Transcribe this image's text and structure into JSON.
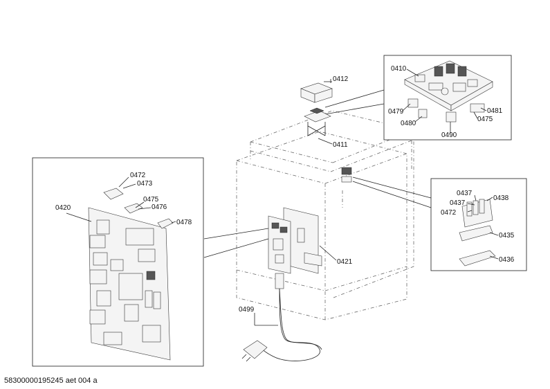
{
  "labels": {
    "l0410": "0410",
    "l0411": "0411",
    "l0412": "0412",
    "l0420": "0420",
    "l0421": "0421",
    "l0435": "0435",
    "l0436": "0436",
    "l0437a": "0437",
    "l0437b": "0437",
    "l0438": "0438",
    "l0472a": "0472",
    "l0472b": "0472",
    "l0473": "0473",
    "l0475a": "0475",
    "l0475b": "0475",
    "l0476": "0476",
    "l0478": "0478",
    "l0479": "0479",
    "l0480": "0480",
    "l0481": "0481",
    "l0490": "0490",
    "l0499": "0499"
  },
  "footer": "58300000195245 aet 004 a"
}
